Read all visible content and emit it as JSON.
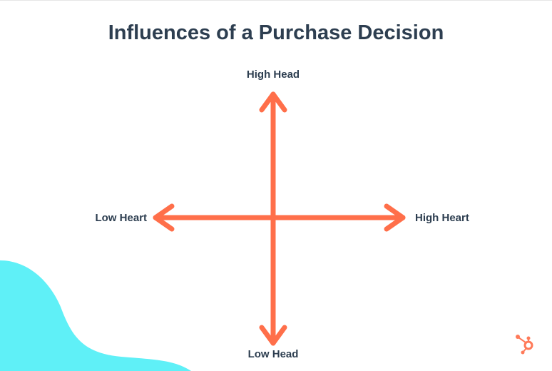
{
  "title": "Influences of a Purchase Decision",
  "axes": {
    "top": "High Head",
    "bottom": "Low Head",
    "left": "Low Heart",
    "right": "High Heart"
  },
  "colors": {
    "arrow": "#ff6f4a",
    "blob": "#5fefF7",
    "text": "#2d3e50",
    "logo": "#ff7a59"
  },
  "logo_icon": "hubspot-sprocket-icon"
}
